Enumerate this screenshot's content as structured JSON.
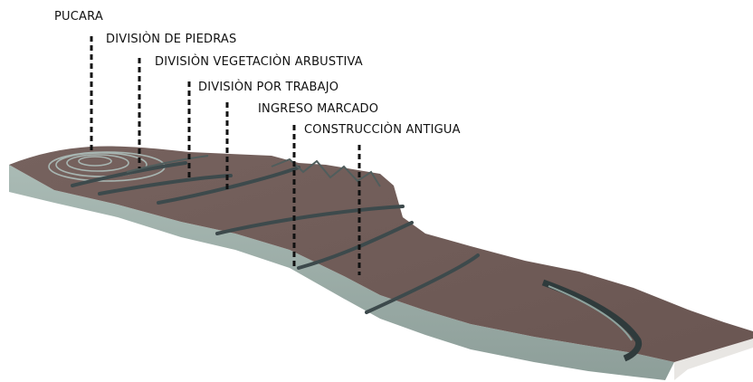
{
  "diagram": {
    "labels": [
      {
        "id": "pucara",
        "text": "PUCARA"
      },
      {
        "id": "division-piedras",
        "text": "DIVISIÒN DE PIEDRAS"
      },
      {
        "id": "division-vegetacion",
        "text": "DIVISIÒN VEGETACIÒN ARBUSTIVA"
      },
      {
        "id": "division-trabajo",
        "text": "DIVISIÒN POR TRABAJO"
      },
      {
        "id": "ingreso-marcado",
        "text": "INGRESO MARCADO"
      },
      {
        "id": "construccion-antigua",
        "text": "CONSTRUCCIÒN ANTIGUA"
      }
    ],
    "colors": {
      "terrain_top": "#6f5b57",
      "terrain_top_light": "#7d6864",
      "terrain_side": "#9fb0aa",
      "terrain_side_dark": "#7f918c",
      "wall": "#3f4b4d",
      "leader": "#111111"
    }
  }
}
